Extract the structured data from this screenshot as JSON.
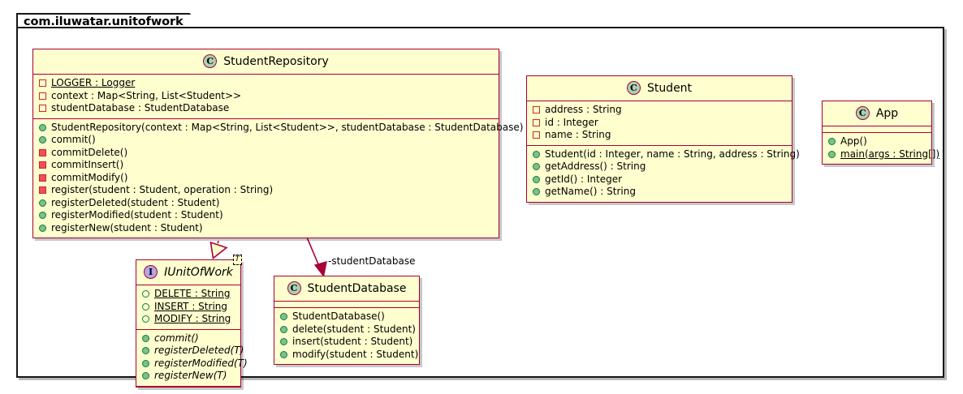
{
  "package": {
    "name": "com.iluwatar.unitofwork"
  },
  "classes": [
    {
      "id": "student-repository",
      "name": "StudentRepository",
      "stereotype": "C",
      "stereotype_icon": "class-icon",
      "italic": false,
      "fields": [
        {
          "marker": "private-field",
          "text": "LOGGER : Logger",
          "underline": true,
          "italic": false
        },
        {
          "marker": "private-field",
          "text": "context : Map<String, List<Student>>",
          "underline": false,
          "italic": false
        },
        {
          "marker": "private-field",
          "text": "studentDatabase : StudentDatabase",
          "underline": false,
          "italic": false
        }
      ],
      "methods": [
        {
          "marker": "public-method",
          "text": "StudentRepository(context : Map<String, List<Student>>, studentDatabase : StudentDatabase)",
          "underline": false,
          "italic": false
        },
        {
          "marker": "public-method",
          "text": "commit()",
          "underline": false,
          "italic": false
        },
        {
          "marker": "private-method",
          "text": "commitDelete()",
          "underline": false,
          "italic": false
        },
        {
          "marker": "private-method",
          "text": "commitInsert()",
          "underline": false,
          "italic": false
        },
        {
          "marker": "private-method",
          "text": "commitModify()",
          "underline": false,
          "italic": false
        },
        {
          "marker": "private-method",
          "text": "register(student : Student, operation : String)",
          "underline": false,
          "italic": false
        },
        {
          "marker": "public-method",
          "text": "registerDeleted(student : Student)",
          "underline": false,
          "italic": false
        },
        {
          "marker": "public-method",
          "text": "registerModified(student : Student)",
          "underline": false,
          "italic": false
        },
        {
          "marker": "public-method",
          "text": "registerNew(student : Student)",
          "underline": false,
          "italic": false
        }
      ]
    },
    {
      "id": "student",
      "name": "Student",
      "stereotype": "C",
      "stereotype_icon": "class-icon",
      "italic": false,
      "fields": [
        {
          "marker": "private-field",
          "text": "address : String",
          "underline": false,
          "italic": false
        },
        {
          "marker": "private-field",
          "text": "id : Integer",
          "underline": false,
          "italic": false
        },
        {
          "marker": "private-field",
          "text": "name : String",
          "underline": false,
          "italic": false
        }
      ],
      "methods": [
        {
          "marker": "public-method",
          "text": "Student(id : Integer, name : String, address : String)",
          "underline": false,
          "italic": false
        },
        {
          "marker": "public-method",
          "text": "getAddress() : String",
          "underline": false,
          "italic": false
        },
        {
          "marker": "public-method",
          "text": "getId() : Integer",
          "underline": false,
          "italic": false
        },
        {
          "marker": "public-method",
          "text": "getName() : String",
          "underline": false,
          "italic": false
        }
      ]
    },
    {
      "id": "app",
      "name": "App",
      "stereotype": "C",
      "stereotype_icon": "class-icon",
      "italic": false,
      "fields": [],
      "methods": [
        {
          "marker": "public-method",
          "text": "App()",
          "underline": false,
          "italic": false
        },
        {
          "marker": "public-method",
          "text": "main(args : String[])",
          "underline": true,
          "italic": false
        }
      ]
    },
    {
      "id": "iunitofwork",
      "name": "IUnitOfWork",
      "stereotype": "I",
      "stereotype_icon": "interface-icon",
      "italic": true,
      "generic_param": "T",
      "fields": [
        {
          "marker": "public-field",
          "text": "DELETE : String",
          "underline": true,
          "italic": false
        },
        {
          "marker": "public-field",
          "text": "INSERT : String",
          "underline": true,
          "italic": false
        },
        {
          "marker": "public-field",
          "text": "MODIFY : String",
          "underline": true,
          "italic": false
        }
      ],
      "methods": [
        {
          "marker": "public-method",
          "text": "commit()",
          "underline": false,
          "italic": true
        },
        {
          "marker": "public-method",
          "text": "registerDeleted(T)",
          "underline": false,
          "italic": true
        },
        {
          "marker": "public-method",
          "text": "registerModified(T)",
          "underline": false,
          "italic": true
        },
        {
          "marker": "public-method",
          "text": "registerNew(T)",
          "underline": false,
          "italic": true
        }
      ]
    },
    {
      "id": "student-database",
      "name": "StudentDatabase",
      "stereotype": "C",
      "stereotype_icon": "class-icon",
      "italic": false,
      "fields": [],
      "methods": [
        {
          "marker": "public-method",
          "text": "StudentDatabase()",
          "underline": false,
          "italic": false
        },
        {
          "marker": "public-method",
          "text": "delete(student : Student)",
          "underline": false,
          "italic": false
        },
        {
          "marker": "public-method",
          "text": "insert(student : Student)",
          "underline": false,
          "italic": false
        },
        {
          "marker": "public-method",
          "text": "modify(student : Student)",
          "underline": false,
          "italic": false
        }
      ]
    }
  ],
  "relations": [
    {
      "id": "realization",
      "from": "StudentRepository",
      "to": "IUnitOfWork",
      "type": "realization",
      "label": ""
    },
    {
      "id": "association",
      "from": "StudentRepository",
      "to": "StudentDatabase",
      "type": "association",
      "label": "-studentDatabase"
    }
  ],
  "colors": {
    "box_fill": "#FEFECE",
    "box_border": "#A80036",
    "class_icon_fill": "#ADD1B2",
    "interface_icon_fill": "#B4A7E5",
    "line": "#A80036",
    "frame": "#161616",
    "background": "#FFFFFF"
  }
}
